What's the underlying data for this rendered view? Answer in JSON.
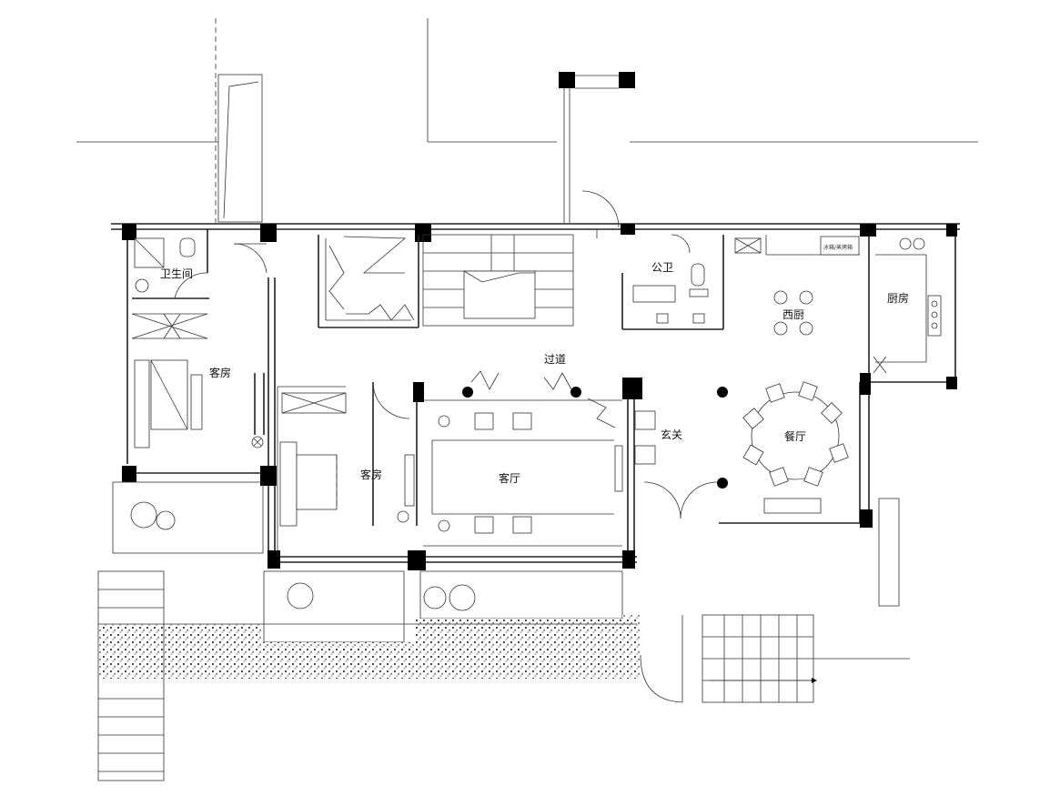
{
  "rooms": {
    "bathroom_guest": "卫生间",
    "guest_room_1": "客房",
    "guest_room_2": "客房",
    "living_room": "客厅",
    "corridor": "过道",
    "public_toilet": "公卫",
    "western_kitchen": "西厨",
    "kitchen": "厨房",
    "dining_room": "餐厅",
    "entrance": "玄关"
  },
  "annotations": {
    "appliance_tag": "冰箱/蒸烤箱"
  }
}
